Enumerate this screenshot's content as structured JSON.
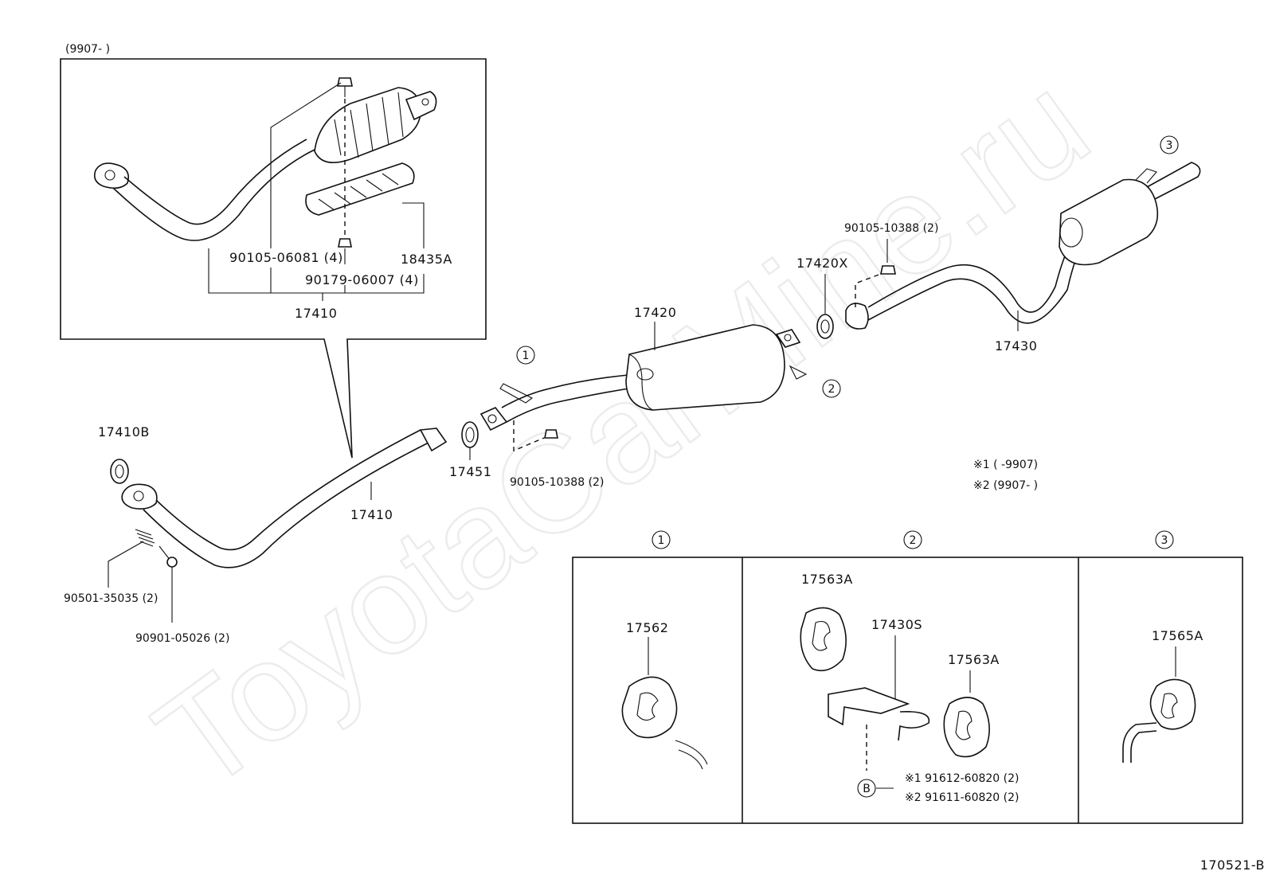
{
  "watermark": "ToyotaCarMine.ru",
  "diagram_code": "170521-B",
  "inset": {
    "period": "(9907-      )",
    "part_main": "17410",
    "part_converter": "18435A",
    "part_bolt": "90105-06081 (4)",
    "part_nut": "90179-06007 (4)"
  },
  "parts": {
    "gasket_front": "17410B",
    "front_pipe": "17410",
    "spring": "90501-35035 (2)",
    "bolt_front": "90901-05026 (2)",
    "gasket_mid": "17451",
    "bolt_mid": "90105-10388 (2)",
    "center_pipe": "17420",
    "gasket_rear": "17420X",
    "bolt_rear": "90105-10388 (2)",
    "tail_pipe": "17430"
  },
  "callouts": {
    "c1": "1",
    "c2": "2",
    "c3": "3"
  },
  "notes": {
    "note1": "※1  (        -9907)",
    "note2": "※2  (9907-        )"
  },
  "details": {
    "col1_callout": "1",
    "col2_callout": "2",
    "col3_callout": "3",
    "hanger1": "17562",
    "hanger2a": "17563A",
    "bracket": "17430S",
    "hanger2b": "17563A",
    "hanger3": "17565A",
    "bolt_b_symbol": "B",
    "bolt_b1": "※1  91612-60820 (2)",
    "bolt_b2": "※2  91611-60820 (2)"
  }
}
